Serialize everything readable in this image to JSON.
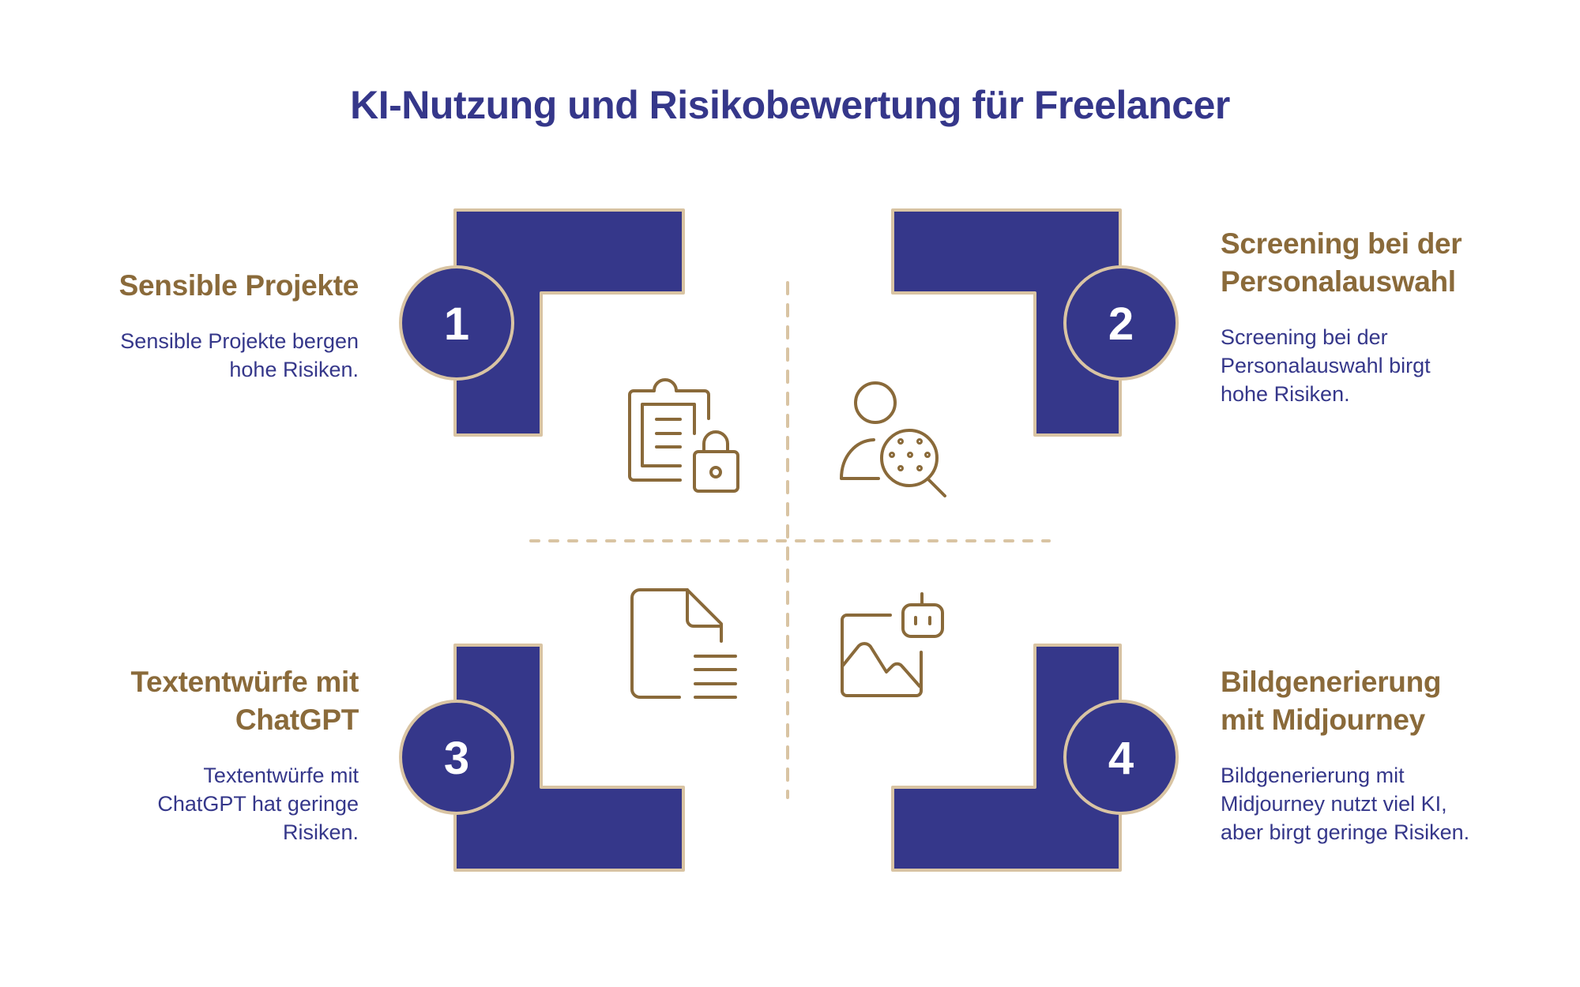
{
  "title": "KI-Nutzung und Risikobewertung für Freelancer",
  "colors": {
    "primary": "#35378a",
    "accent": "#8a6a3a",
    "outline": "#d9c4a3",
    "background": "#ffffff"
  },
  "quadrants": [
    {
      "number": "1",
      "heading": "Sensible Projekte",
      "description_lines": [
        "Sensible Projekte bergen",
        "hohe Risiken."
      ],
      "icon": "clipboard-lock-icon"
    },
    {
      "number": "2",
      "heading_lines": [
        "Screening bei der",
        "Personalauswahl"
      ],
      "description_lines": [
        "Screening bei der",
        "Personalauswahl birgt",
        "hohe Risiken."
      ],
      "icon": "person-search-icon"
    },
    {
      "number": "3",
      "heading_lines": [
        "Textentwürfe mit",
        "ChatGPT"
      ],
      "description_lines": [
        "Textentwürfe mit",
        "ChatGPT hat geringe",
        "Risiken."
      ],
      "icon": "document-text-icon"
    },
    {
      "number": "4",
      "heading_lines": [
        "Bildgenerierung",
        "mit Midjourney"
      ],
      "description_lines": [
        "Bildgenerierung mit",
        "Midjourney nutzt viel KI,",
        "aber birgt geringe Risiken."
      ],
      "icon": "image-robot-icon"
    }
  ]
}
